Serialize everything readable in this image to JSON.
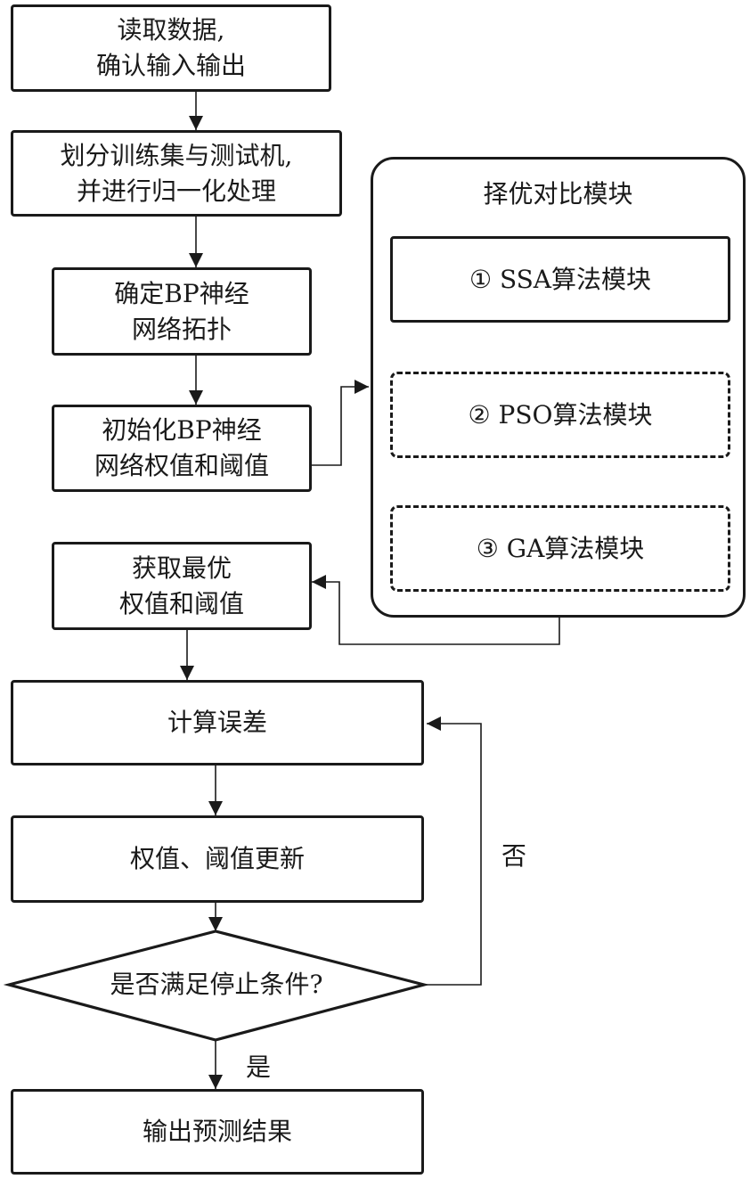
{
  "steps": {
    "read_data": {
      "line1": "读取数据,",
      "line2": "确认输入输出"
    },
    "split_data": {
      "line1": "划分训练集与测试机,",
      "line2": "并进行归一化处理"
    },
    "bp_topology": {
      "line1": "确定BP神经",
      "line2": "网络拓扑"
    },
    "init_weights": {
      "line1": "初始化BP神经",
      "line2": "网络权值和阈值"
    },
    "get_optimal": {
      "line1": "获取最优",
      "line2": "权值和阈值"
    },
    "compute_error": {
      "label": "计算误差"
    },
    "update_weights": {
      "label": "权值、阈值更新"
    },
    "stop_condition": {
      "label": "是否满足停止条件?"
    },
    "output": {
      "label": "输出预测结果"
    }
  },
  "optimizer_panel": {
    "title": "择优对比模块",
    "modules": [
      {
        "label": "① SSA算法模块"
      },
      {
        "label": "② PSO算法模块"
      },
      {
        "label": "③ GA算法模块"
      }
    ]
  },
  "edge_labels": {
    "no": "否",
    "yes": "是"
  }
}
